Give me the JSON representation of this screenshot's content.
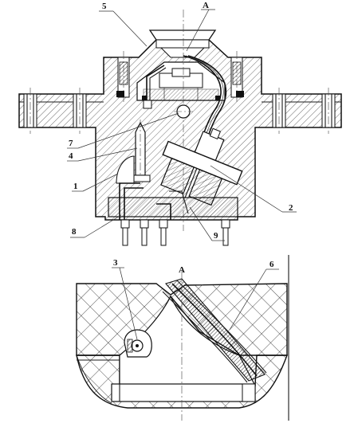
{
  "figure": {
    "callouts": [
      {
        "id": "callout-5",
        "text": "5"
      },
      {
        "id": "callout-a-top",
        "text": "A"
      },
      {
        "id": "callout-7",
        "text": "7"
      },
      {
        "id": "callout-4",
        "text": "4"
      },
      {
        "id": "callout-1",
        "text": "1"
      },
      {
        "id": "callout-2",
        "text": "2"
      },
      {
        "id": "callout-8",
        "text": "8"
      },
      {
        "id": "callout-9",
        "text": "9"
      },
      {
        "id": "callout-3",
        "text": "3"
      },
      {
        "id": "callout-a-detail",
        "text": "A"
      },
      {
        "id": "callout-6",
        "text": "6"
      }
    ]
  },
  "colors": {
    "line": "#111111",
    "background": "#ffffff"
  }
}
